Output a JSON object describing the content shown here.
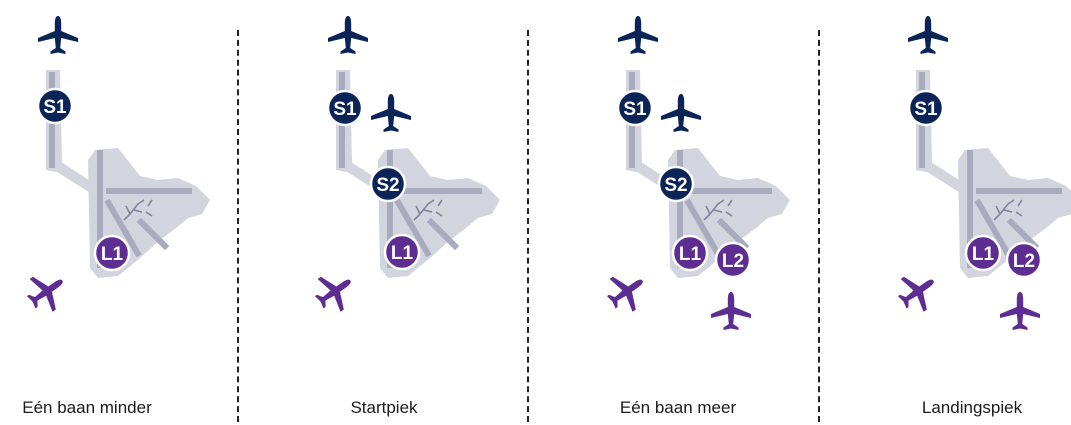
{
  "colors": {
    "navy": "#0a2458",
    "purple": "#5e2d91",
    "airport_fill": "#d3d5de",
    "runway_fill": "#a7abbd",
    "runway_dark": "#7f849b"
  },
  "panels": [
    {
      "caption": "Eén baan minder",
      "runways": [
        {
          "label": "S1",
          "type": "start"
        },
        {
          "label": "L1",
          "type": "landing"
        }
      ]
    },
    {
      "caption": "Startpiek",
      "runways": [
        {
          "label": "S1",
          "type": "start"
        },
        {
          "label": "S2",
          "type": "start"
        },
        {
          "label": "L1",
          "type": "landing"
        }
      ]
    },
    {
      "caption": "Eén baan meer",
      "runways": [
        {
          "label": "S1",
          "type": "start"
        },
        {
          "label": "S2",
          "type": "start"
        },
        {
          "label": "L1",
          "type": "landing"
        },
        {
          "label": "L2",
          "type": "landing"
        }
      ]
    },
    {
      "caption": "Landingspiek",
      "runways": [
        {
          "label": "S1",
          "type": "start"
        },
        {
          "label": "L1",
          "type": "landing"
        },
        {
          "label": "L2",
          "type": "landing"
        }
      ]
    }
  ]
}
